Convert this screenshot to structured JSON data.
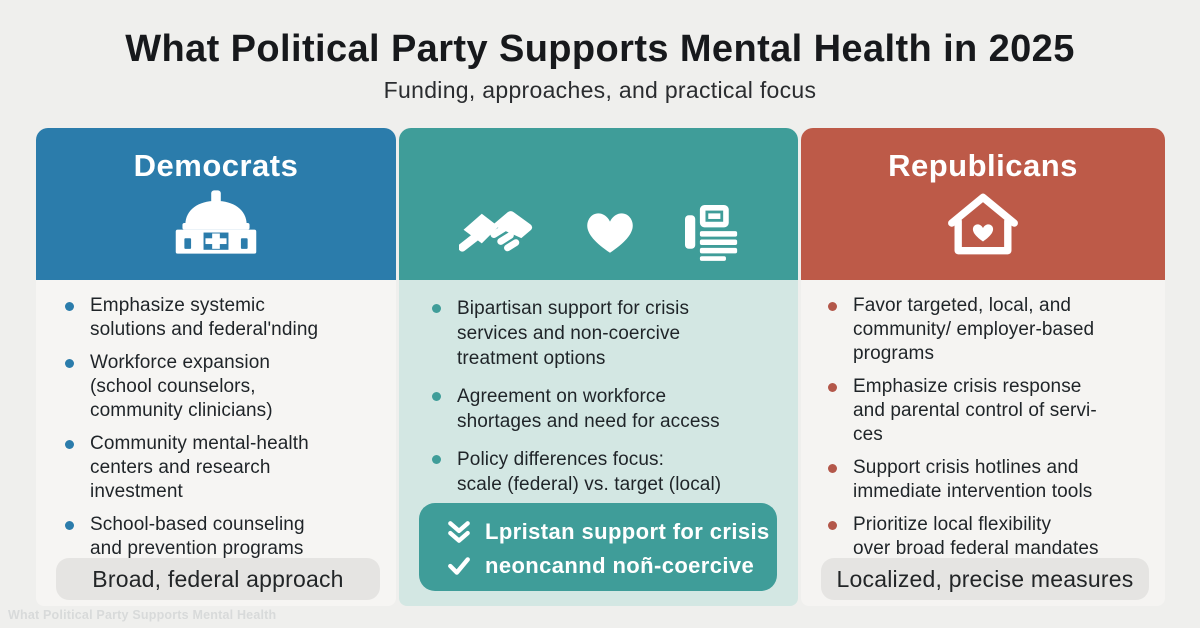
{
  "header": {
    "title": "What Political Party Supports Mental Health in 2025",
    "subtitle": "Funding, approaches, and practical focus"
  },
  "watermark": "What Political Party Supports Mental Health",
  "colors": {
    "page_bg": "#efefed",
    "panel_bg": "#f6f5f3",
    "democrat_blue": "#2b7cab",
    "bipartisan_teal": "#3f9d99",
    "bipartisan_body_mint": "#d3e7e3",
    "republican_red": "#bd5a48",
    "badge_bg": "#e5e4e2",
    "text_dark": "#1f2428"
  },
  "columns": {
    "democrats": {
      "title": "Democrats",
      "icon": "capitol-medical-icon",
      "bullets": [
        "Emphasize systemic\nsolutions and federal'nding",
        "Workforce expansion\n(school counselors,\ncommunity clinicians)",
        "Community mental-health\ncenters and research\ninvestment",
        "School-based counseling\nand prevention programs"
      ],
      "badge": "Broad, federal approach"
    },
    "bipartisan": {
      "icons": [
        "handshake-icon",
        "heart-icon",
        "news-icon"
      ],
      "bullets": [
        "Bipartisan support for crisis\nservices and non-coercive\ntreatment options",
        "Agreement on workforce\nshortages and need for access",
        "Policy differences focus:\nscale (federal) vs. target (local)"
      ],
      "callout": {
        "line1": "Lpristan support for crisis",
        "line2": "neoncannd noñ-coercive"
      }
    },
    "republicans": {
      "title": "Republicans",
      "icon": "house-heart-icon",
      "bullets": [
        "Favor targeted, local, and\ncommunity/ employer-based\nprograms",
        "Emphasize crisis response\nand parental control of servi-\nces",
        "Support crisis hotlines and\nimmediate intervention tools",
        "Prioritize local flexibility\nover broad federal mandates"
      ],
      "badge": "Localized, precise measures"
    }
  }
}
